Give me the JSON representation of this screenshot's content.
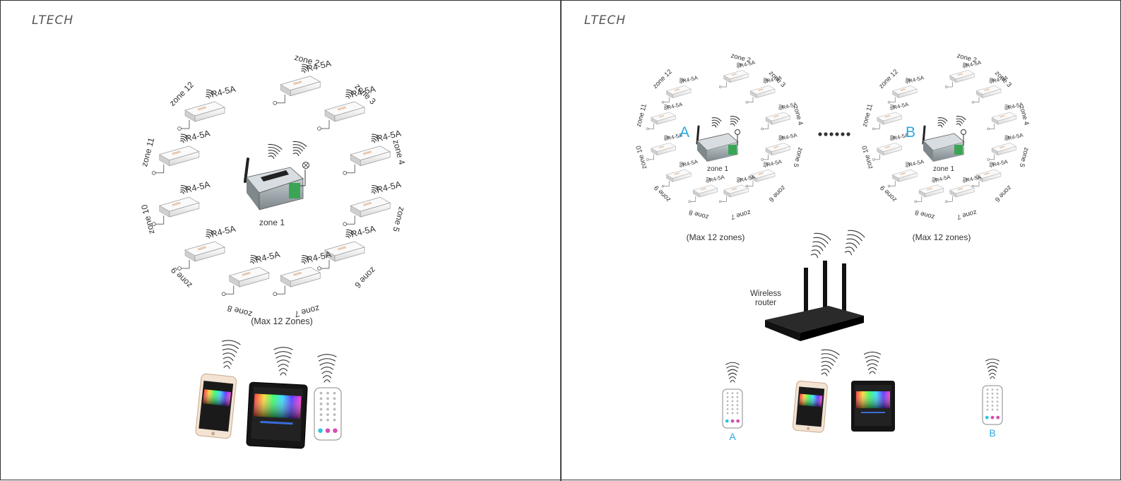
{
  "brand_left": "LTECH",
  "brand_right": "LTECH",
  "left_panel": {
    "controller_label": "zone 1",
    "module_label": "R4-5A",
    "zones": [
      "zone 2",
      "zone 3",
      "zone 4",
      "zone 5",
      "zone 6",
      "zone 7",
      "zone 8",
      "zone 9",
      "zone 10",
      "zone 11",
      "zone 12"
    ],
    "caption": "(Max 12 Zones)"
  },
  "right_panel": {
    "group_a": {
      "letter": "A",
      "controller_label": "zone 1",
      "module_label": "R4-5A",
      "zones": [
        "zone 2",
        "zone 3",
        "zone 4",
        "zone 5",
        "zone 6",
        "zone 7",
        "zone 8",
        "zone 9",
        "zone 10",
        "zone 11",
        "zone 12"
      ],
      "caption": "(Max 12 zones)"
    },
    "group_b": {
      "letter": "B",
      "controller_label": "zone 1",
      "module_label": "R4-5A",
      "zones": [
        "zone 2",
        "zone 3",
        "zone 4",
        "zone 5",
        "zone 6",
        "zone 7",
        "zone 8",
        "zone 9",
        "zone 10",
        "zone 11",
        "zone 12"
      ],
      "caption": "(Max 12 zones)"
    },
    "router_label_1": "Wireless",
    "router_label_2": "router",
    "remote_a_label": "A",
    "remote_b_label": "B"
  },
  "colors": {
    "accent": "#29a8e0",
    "module_body": "#f2f2f2",
    "controller_body": "#9aa3a8",
    "terminal": "#3aa655",
    "screen": "#1a1a1a"
  },
  "icons": [
    "wifi-wave-icon",
    "bulb-icon",
    "router-icon",
    "phone-icon",
    "tablet-icon",
    "remote-icon"
  ]
}
